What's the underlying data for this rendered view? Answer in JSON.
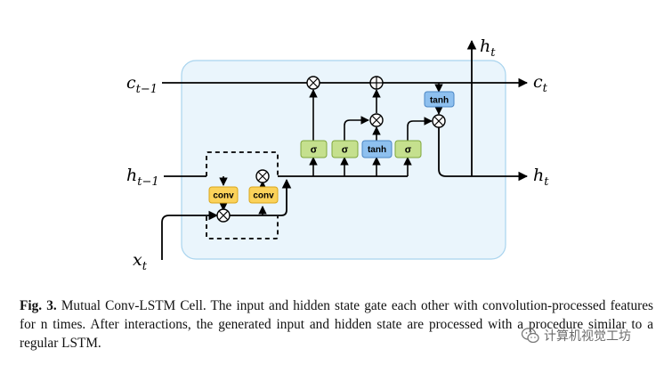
{
  "labels": {
    "c_prev": "c",
    "c_prev_sub": "t−1",
    "h_prev": "h",
    "h_prev_sub": "t−1",
    "x": "x",
    "x_sub": "t",
    "c_out": "c",
    "c_out_sub": "t",
    "h_out_right": "h",
    "h_out_right_sub": "t",
    "h_out_top": "h",
    "h_out_top_sub": "t"
  },
  "gates": {
    "sigma": "σ",
    "tanh": "tanh",
    "conv": "conv"
  },
  "caption": {
    "fig_label": "Fig. 3.",
    "text": " Mutual Conv-LSTM Cell. The input and hidden state gate each other with convolution-processed features for n times. After interactions, the generated input and hidden state are processed with a procedure similar to a regular LSTM."
  },
  "watermark": {
    "text": "计算机视觉工坊"
  },
  "colors": {
    "cell_bg": "#eaf5fc",
    "cell_border": "#a9d4ee",
    "sigma_fill": "#c5e08e",
    "sigma_stroke": "#7fa63c",
    "tanh_fill": "#8ec0ef",
    "tanh_stroke": "#4b86c4",
    "conv_fill": "#fbd25a",
    "conv_stroke": "#d9a51a"
  }
}
